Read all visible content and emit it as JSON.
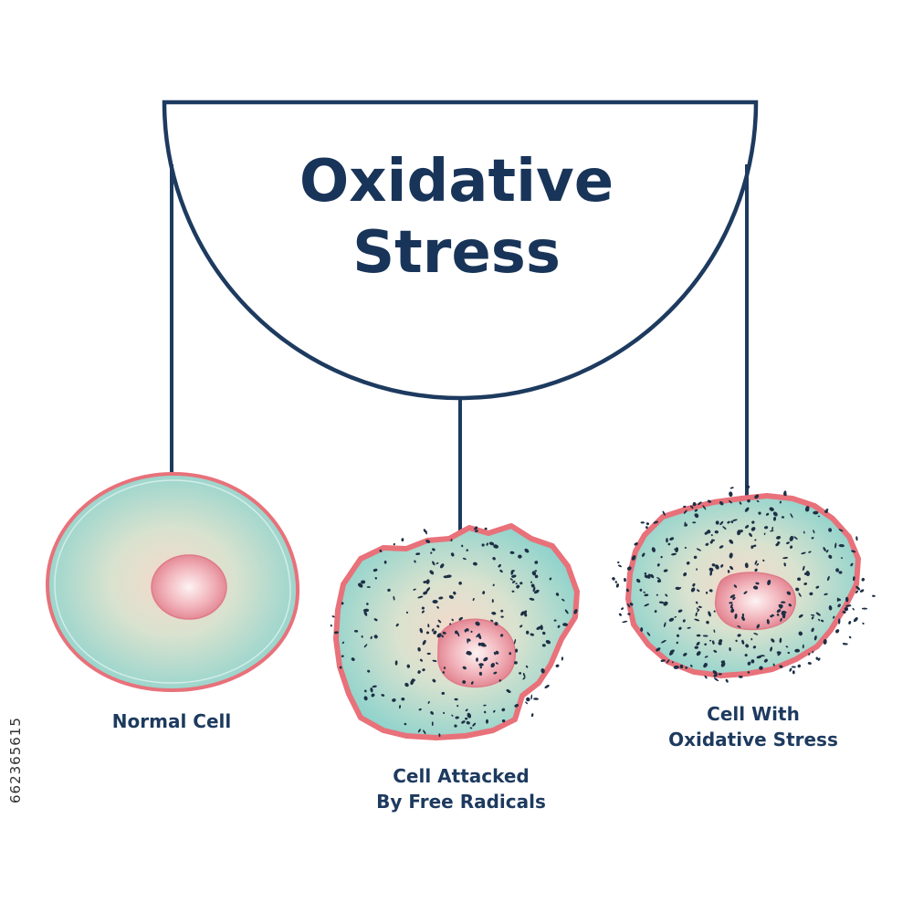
{
  "title": {
    "line1": "Oxidative",
    "line2": "Stress"
  },
  "cells": [
    {
      "name": "normal-cell",
      "label_lines": [
        "Normal Cell"
      ]
    },
    {
      "name": "attacked-cell",
      "label_lines": [
        "Cell Attacked",
        "By Free Radicals"
      ]
    },
    {
      "name": "stressed-cell",
      "label_lines": [
        "Cell With",
        "Oxidative Stress"
      ]
    }
  ],
  "stock_id": "662365615",
  "colors": {
    "line": "#1d3a5f",
    "membrane": "#e8717a",
    "cytoplasm_outer": "#8ed3cc",
    "cytoplasm_inner": "#f3d6c8",
    "nucleus": "#e58a97",
    "radicals": "#1d2f45"
  }
}
